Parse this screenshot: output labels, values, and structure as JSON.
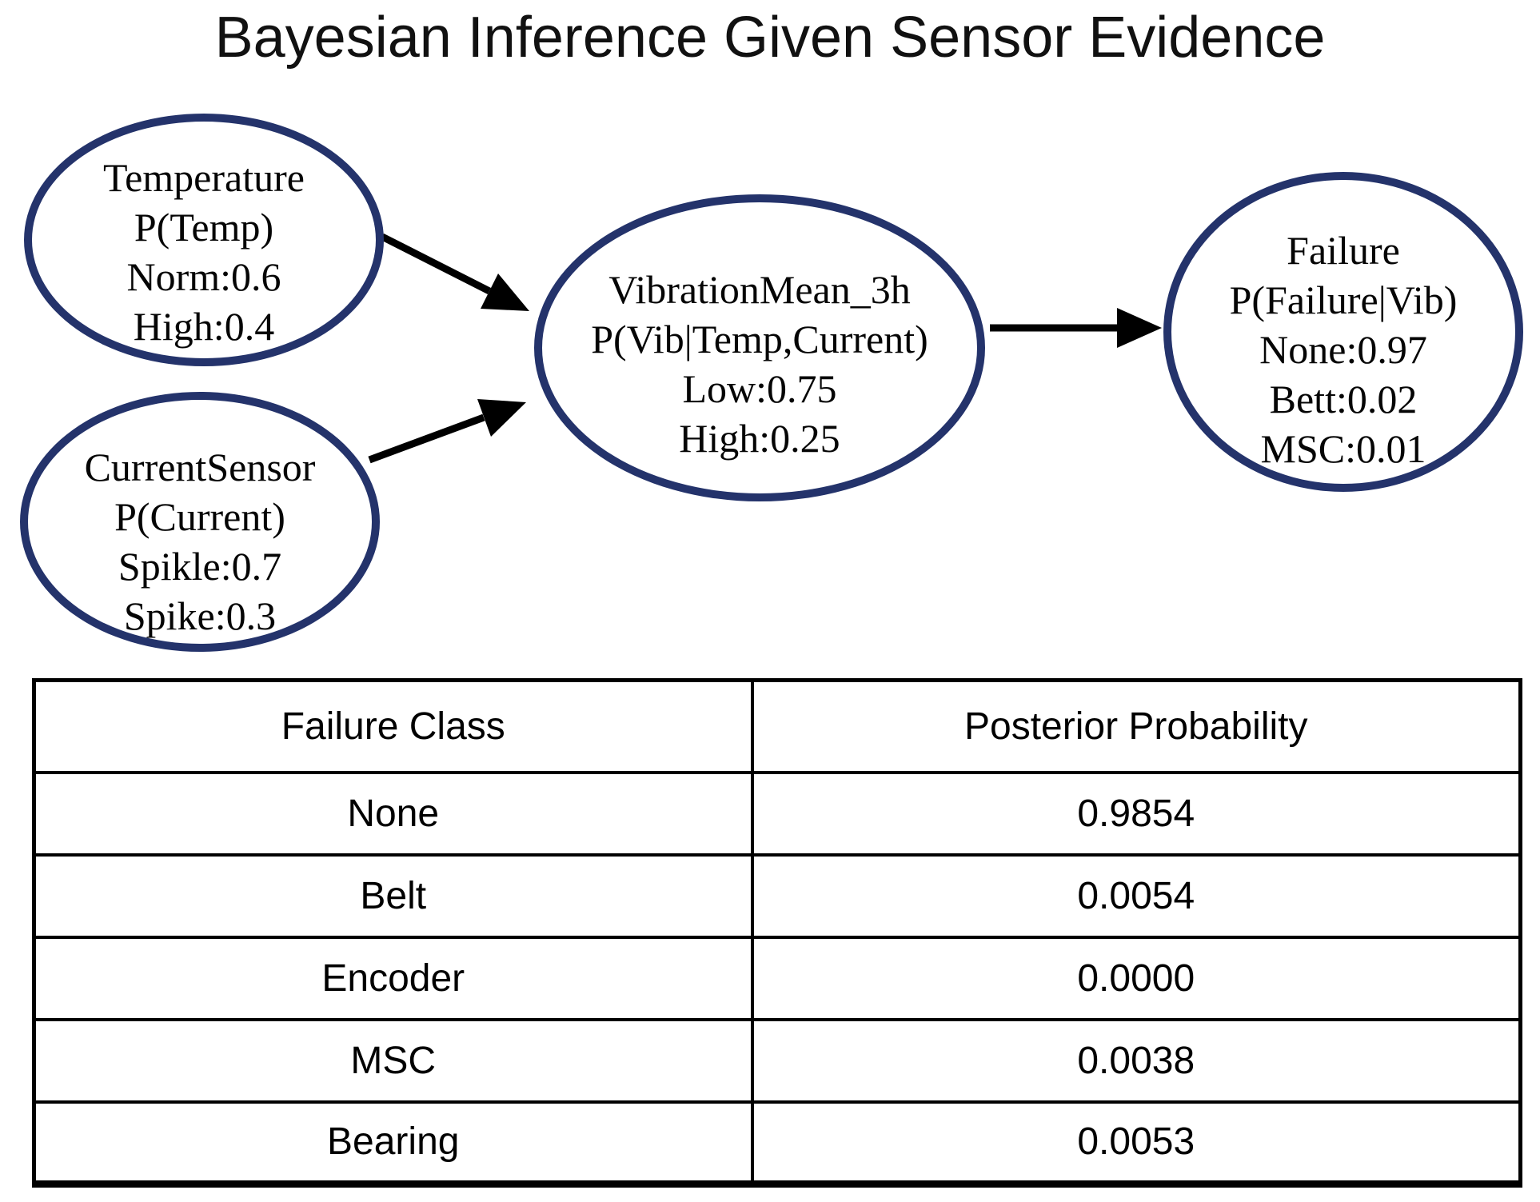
{
  "title": "Bayesian Inference Given Sensor Evidence",
  "colors": {
    "node_border": "#24336b",
    "arrow": "#000000",
    "table_border": "#000000"
  },
  "diagram": {
    "nodes": [
      {
        "id": "Temperature",
        "lines": [
          "Temperature",
          "P(Temp)",
          "Norm:0.6",
          "High:0.4"
        ]
      },
      {
        "id": "CurrentSensor",
        "lines": [
          "CurrentSensor",
          "P(Current)",
          "Spikle:0.7",
          "Spike:0.3"
        ]
      },
      {
        "id": "VibrationMean_3h",
        "lines": [
          "VibrationMean_3h",
          "P(Vib|Temp,Current)",
          "Low:0.75",
          "High:0.25"
        ]
      },
      {
        "id": "Failure",
        "lines": [
          "Failure",
          "P(Failure|Vib)",
          "None:0.97",
          "Bett:0.02",
          "MSC:0.01"
        ]
      }
    ],
    "edges": [
      {
        "from": "Temperature",
        "to": "VibrationMean_3h"
      },
      {
        "from": "CurrentSensor",
        "to": "VibrationMean_3h"
      },
      {
        "from": "VibrationMean_3h",
        "to": "Failure"
      }
    ]
  },
  "table": {
    "headers": [
      "Failure Class",
      "Posterior Probability"
    ],
    "rows": [
      [
        "None",
        "0.9854"
      ],
      [
        "Belt",
        "0.0054"
      ],
      [
        "Encoder",
        "0.0000"
      ],
      [
        "MSC",
        "0.0038"
      ],
      [
        "Bearing",
        "0.0053"
      ]
    ]
  }
}
